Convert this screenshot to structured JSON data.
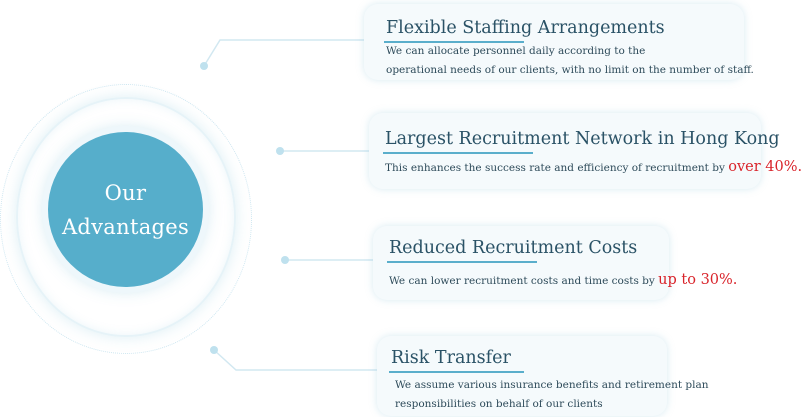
{
  "center": {
    "line1": "Our",
    "line2": "Advantages"
  },
  "advantages": [
    {
      "title": "Flexible Staffing Arrangements",
      "desc_line1": "We can allocate personnel daily according to the",
      "desc_line2": "operational needs of our clients, with no limit on the number of staff."
    },
    {
      "title": "Largest Recruitment Network in Hong Kong",
      "desc_text": "This enhances the success rate and efficiency of recruitment by",
      "highlight": "over 40%."
    },
    {
      "title": "Reduced Recruitment Costs",
      "desc_text": "We can lower recruitment costs and time costs by",
      "highlight": "up to 30%."
    },
    {
      "title": "Risk Transfer",
      "desc_line1": "We assume various insurance benefits and retirement plan",
      "desc_line2": "responsibilities on behalf of our clients"
    }
  ],
  "colors": {
    "accent": "#56aecb",
    "highlight": "#d9242b",
    "card_bg": "#f5fafc",
    "title_text": "#2a5266"
  }
}
